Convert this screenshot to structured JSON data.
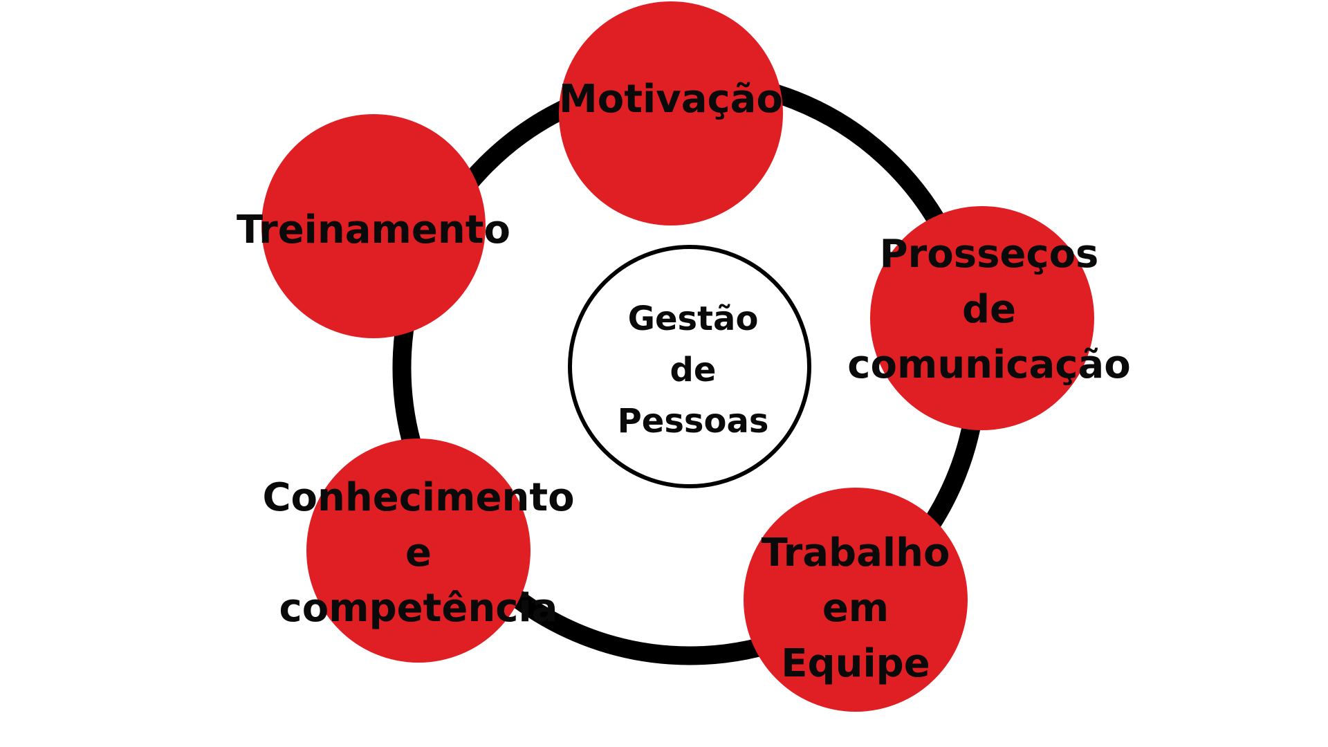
{
  "colors": {
    "background": "#ffffff",
    "node_fill": "#e01f25",
    "ring_stroke": "#000000",
    "center_fill": "#ffffff",
    "center_stroke": "#000000",
    "text": "#0a0a0a"
  },
  "center": {
    "lines": [
      "Gestão",
      "de",
      "Pessoas"
    ]
  },
  "nodes": [
    {
      "id": "motivacao",
      "lines": [
        "Motivação"
      ]
    },
    {
      "id": "processos",
      "lines": [
        "Prosseços",
        "de",
        "comunicação"
      ]
    },
    {
      "id": "trabalho",
      "lines": [
        "Trabalho",
        "em",
        "Equipe"
      ]
    },
    {
      "id": "conhecimento",
      "lines": [
        "Conhecimento",
        "e",
        "competência"
      ]
    },
    {
      "id": "treinamento",
      "lines": [
        "Treinamento"
      ]
    }
  ]
}
